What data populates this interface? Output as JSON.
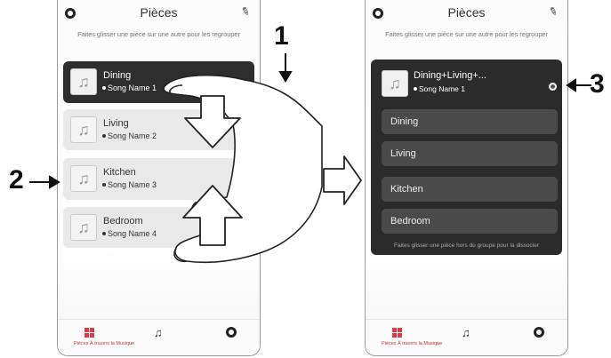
{
  "left_phone": {
    "title": "Pièces",
    "hint": "Faites glisser une pièce sur une autre pour les regrouper",
    "rooms": [
      {
        "name": "Dining",
        "song": "Song Name 1"
      },
      {
        "name": "Living",
        "song": "Song Name 2"
      },
      {
        "name": "Kitchen",
        "song": "Song Name 3"
      },
      {
        "name": "Bedroom",
        "song": "Song Name 4"
      }
    ],
    "nav": {
      "rooms_label": "Pièces  À travers la Musique"
    }
  },
  "right_phone": {
    "title": "Pièces",
    "hint": "Faites glisser une pièce sur une autre pour les regrouper",
    "group": {
      "name": "Dining+Living+...",
      "song": "Song Name 1",
      "members": [
        "Dining",
        "Living",
        "Kitchen",
        "Bedroom"
      ],
      "footer": "Faites glisser une pièce hors du groupe pour la dissocier"
    },
    "nav": {
      "rooms_label": "Pièces  À travers la Musique"
    }
  },
  "callouts": {
    "one": "1",
    "two": "2",
    "three": "3"
  },
  "icons": [
    "logo-icon",
    "pencil-icon",
    "music-note-icon",
    "rooms-grid-icon",
    "ring-icon",
    "hand-icon",
    "arrow-down-icon",
    "arrow-up-icon",
    "arrow-right-icon"
  ]
}
